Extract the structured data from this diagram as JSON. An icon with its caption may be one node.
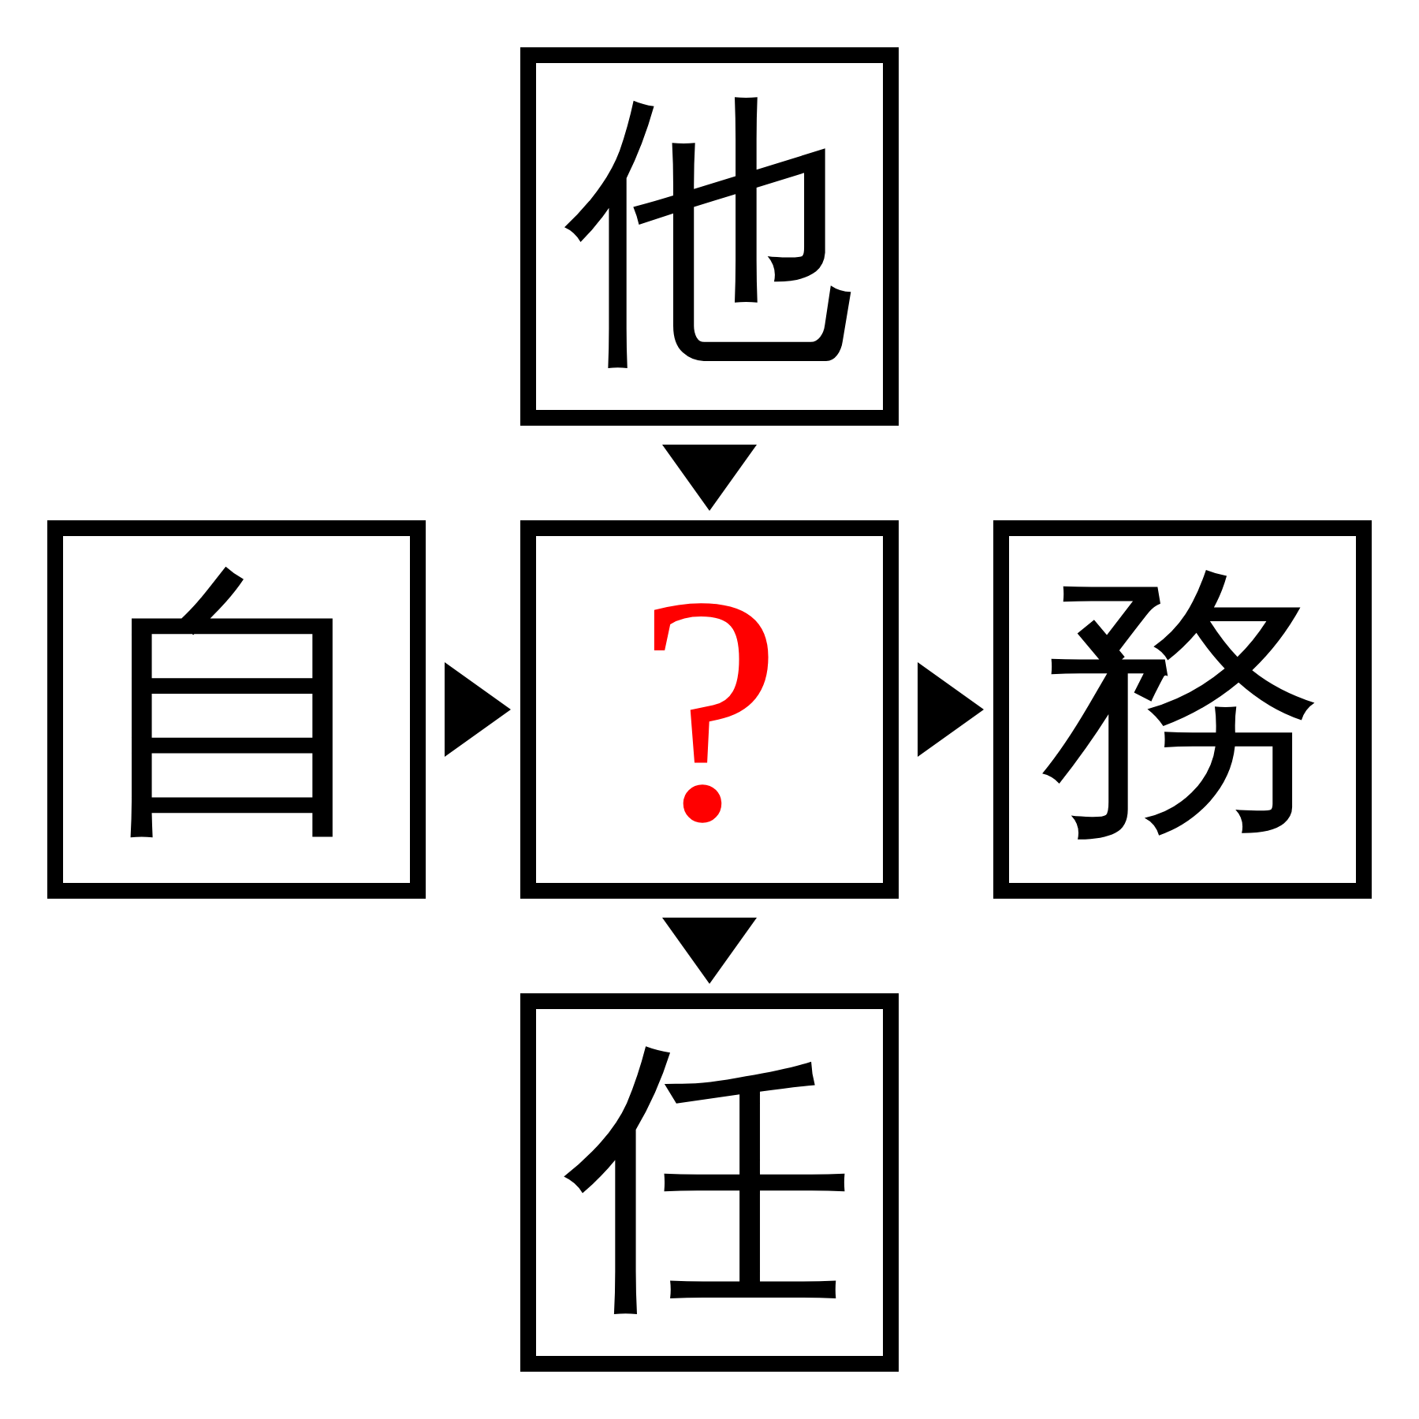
{
  "diagram": {
    "nodes": [
      {
        "text": [
          "他"
        ]
      },
      {
        "text": [
          "自"
        ]
      },
      {
        "text": [
          "?"
        ]
      },
      {
        "text": [
          "務"
        ]
      },
      {
        "text": [
          "任"
        ]
      }
    ],
    "edges": [
      {
        "from": 0,
        "to": 2,
        "arrow": "to"
      },
      {
        "from": 1,
        "to": 2,
        "arrow": "to"
      },
      {
        "from": 2,
        "to": 3,
        "arrow": "to"
      },
      {
        "from": 2,
        "to": 4,
        "arrow": "to"
      }
    ]
  }
}
